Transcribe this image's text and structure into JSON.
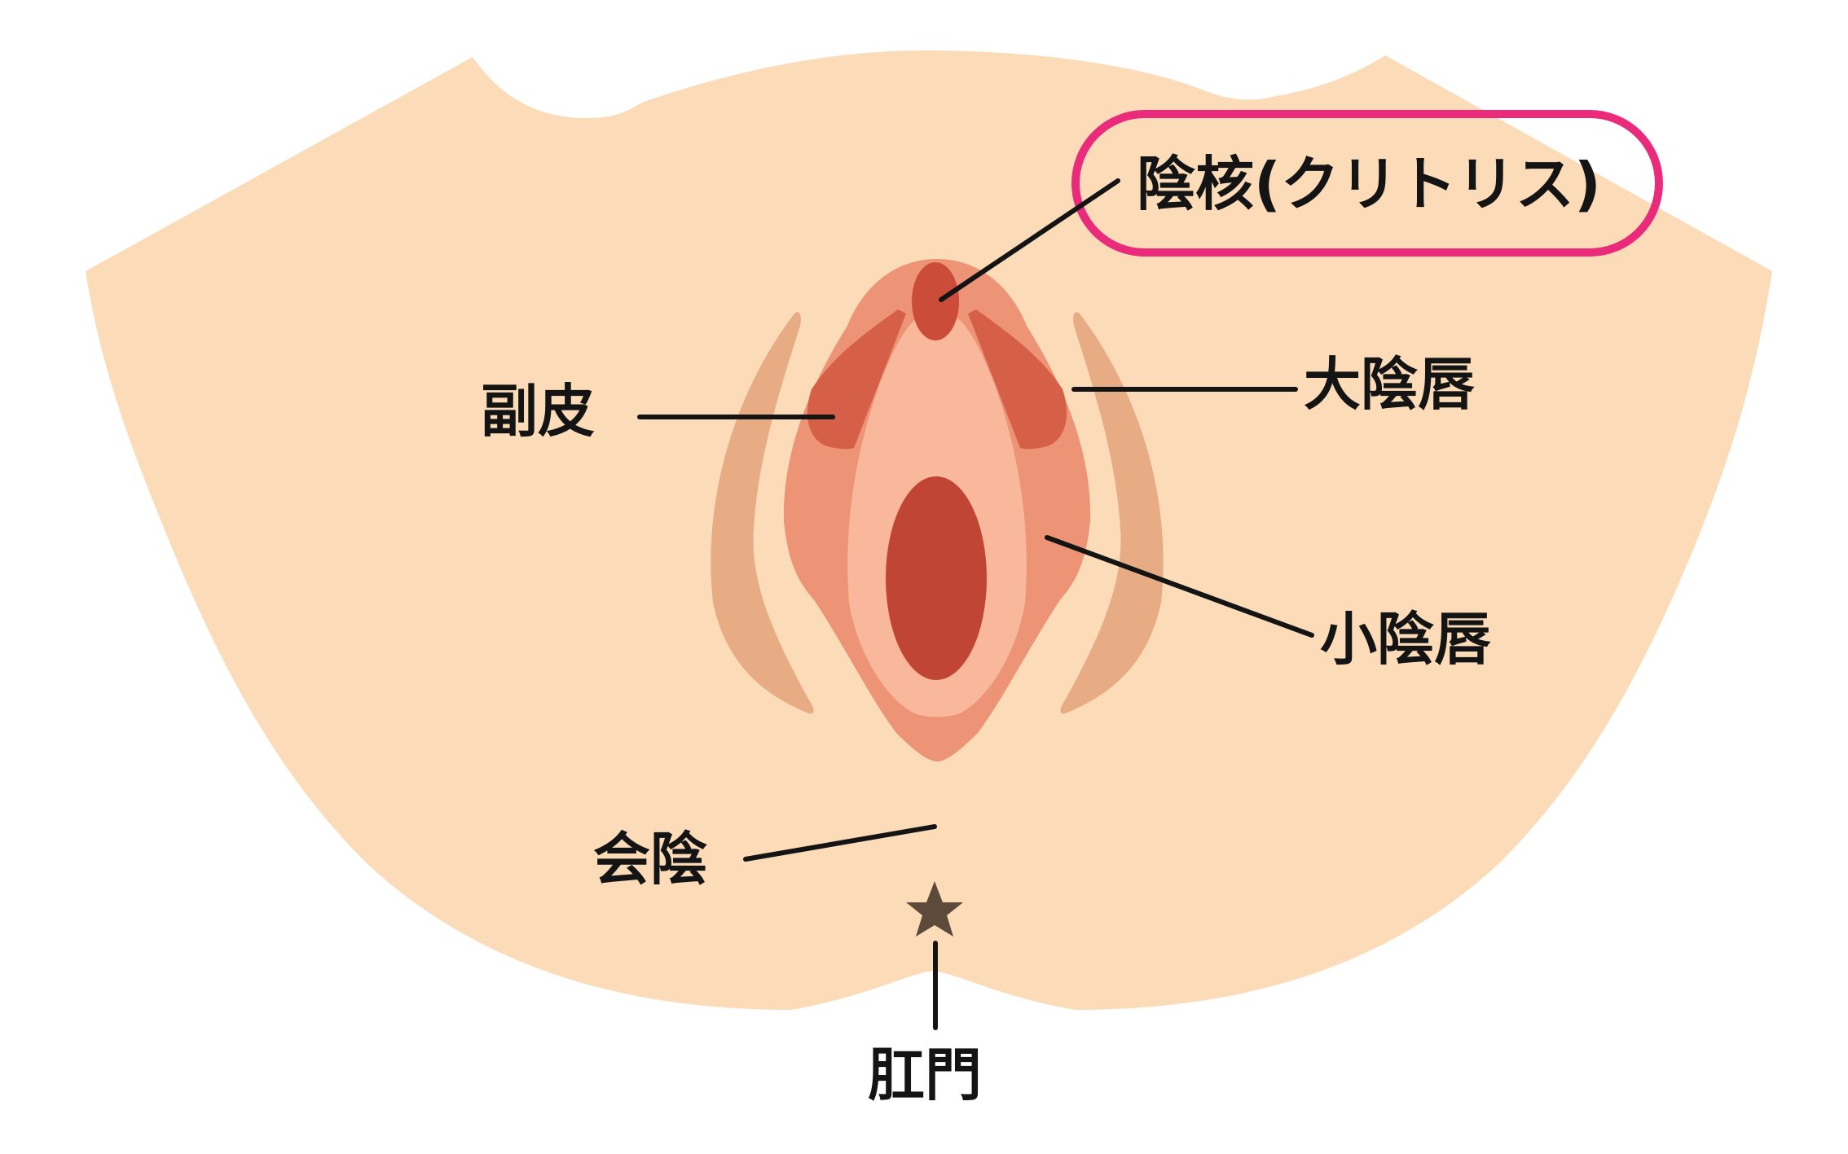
{
  "labels": {
    "clitoris": "陰核(クリトリス)",
    "prepuce": "副皮",
    "labia_majora": "大陰唇",
    "labia_minora": "小陰唇",
    "perineum": "会陰",
    "anus": "肛門"
  },
  "colors": {
    "background": "#ffffff",
    "skin": "#fcdcb8",
    "labia_majora": "#e8ac85",
    "labia_minora_outer": "#ec9475",
    "vestibule": "#f9b89c",
    "prepuce": "#d65f48",
    "clitoris": "#cc4c3a",
    "vaginal_opening": "#c04534",
    "anus": "#5e4a3a",
    "leader_line": "#141414",
    "highlight_ring": "#ea2a7b"
  }
}
